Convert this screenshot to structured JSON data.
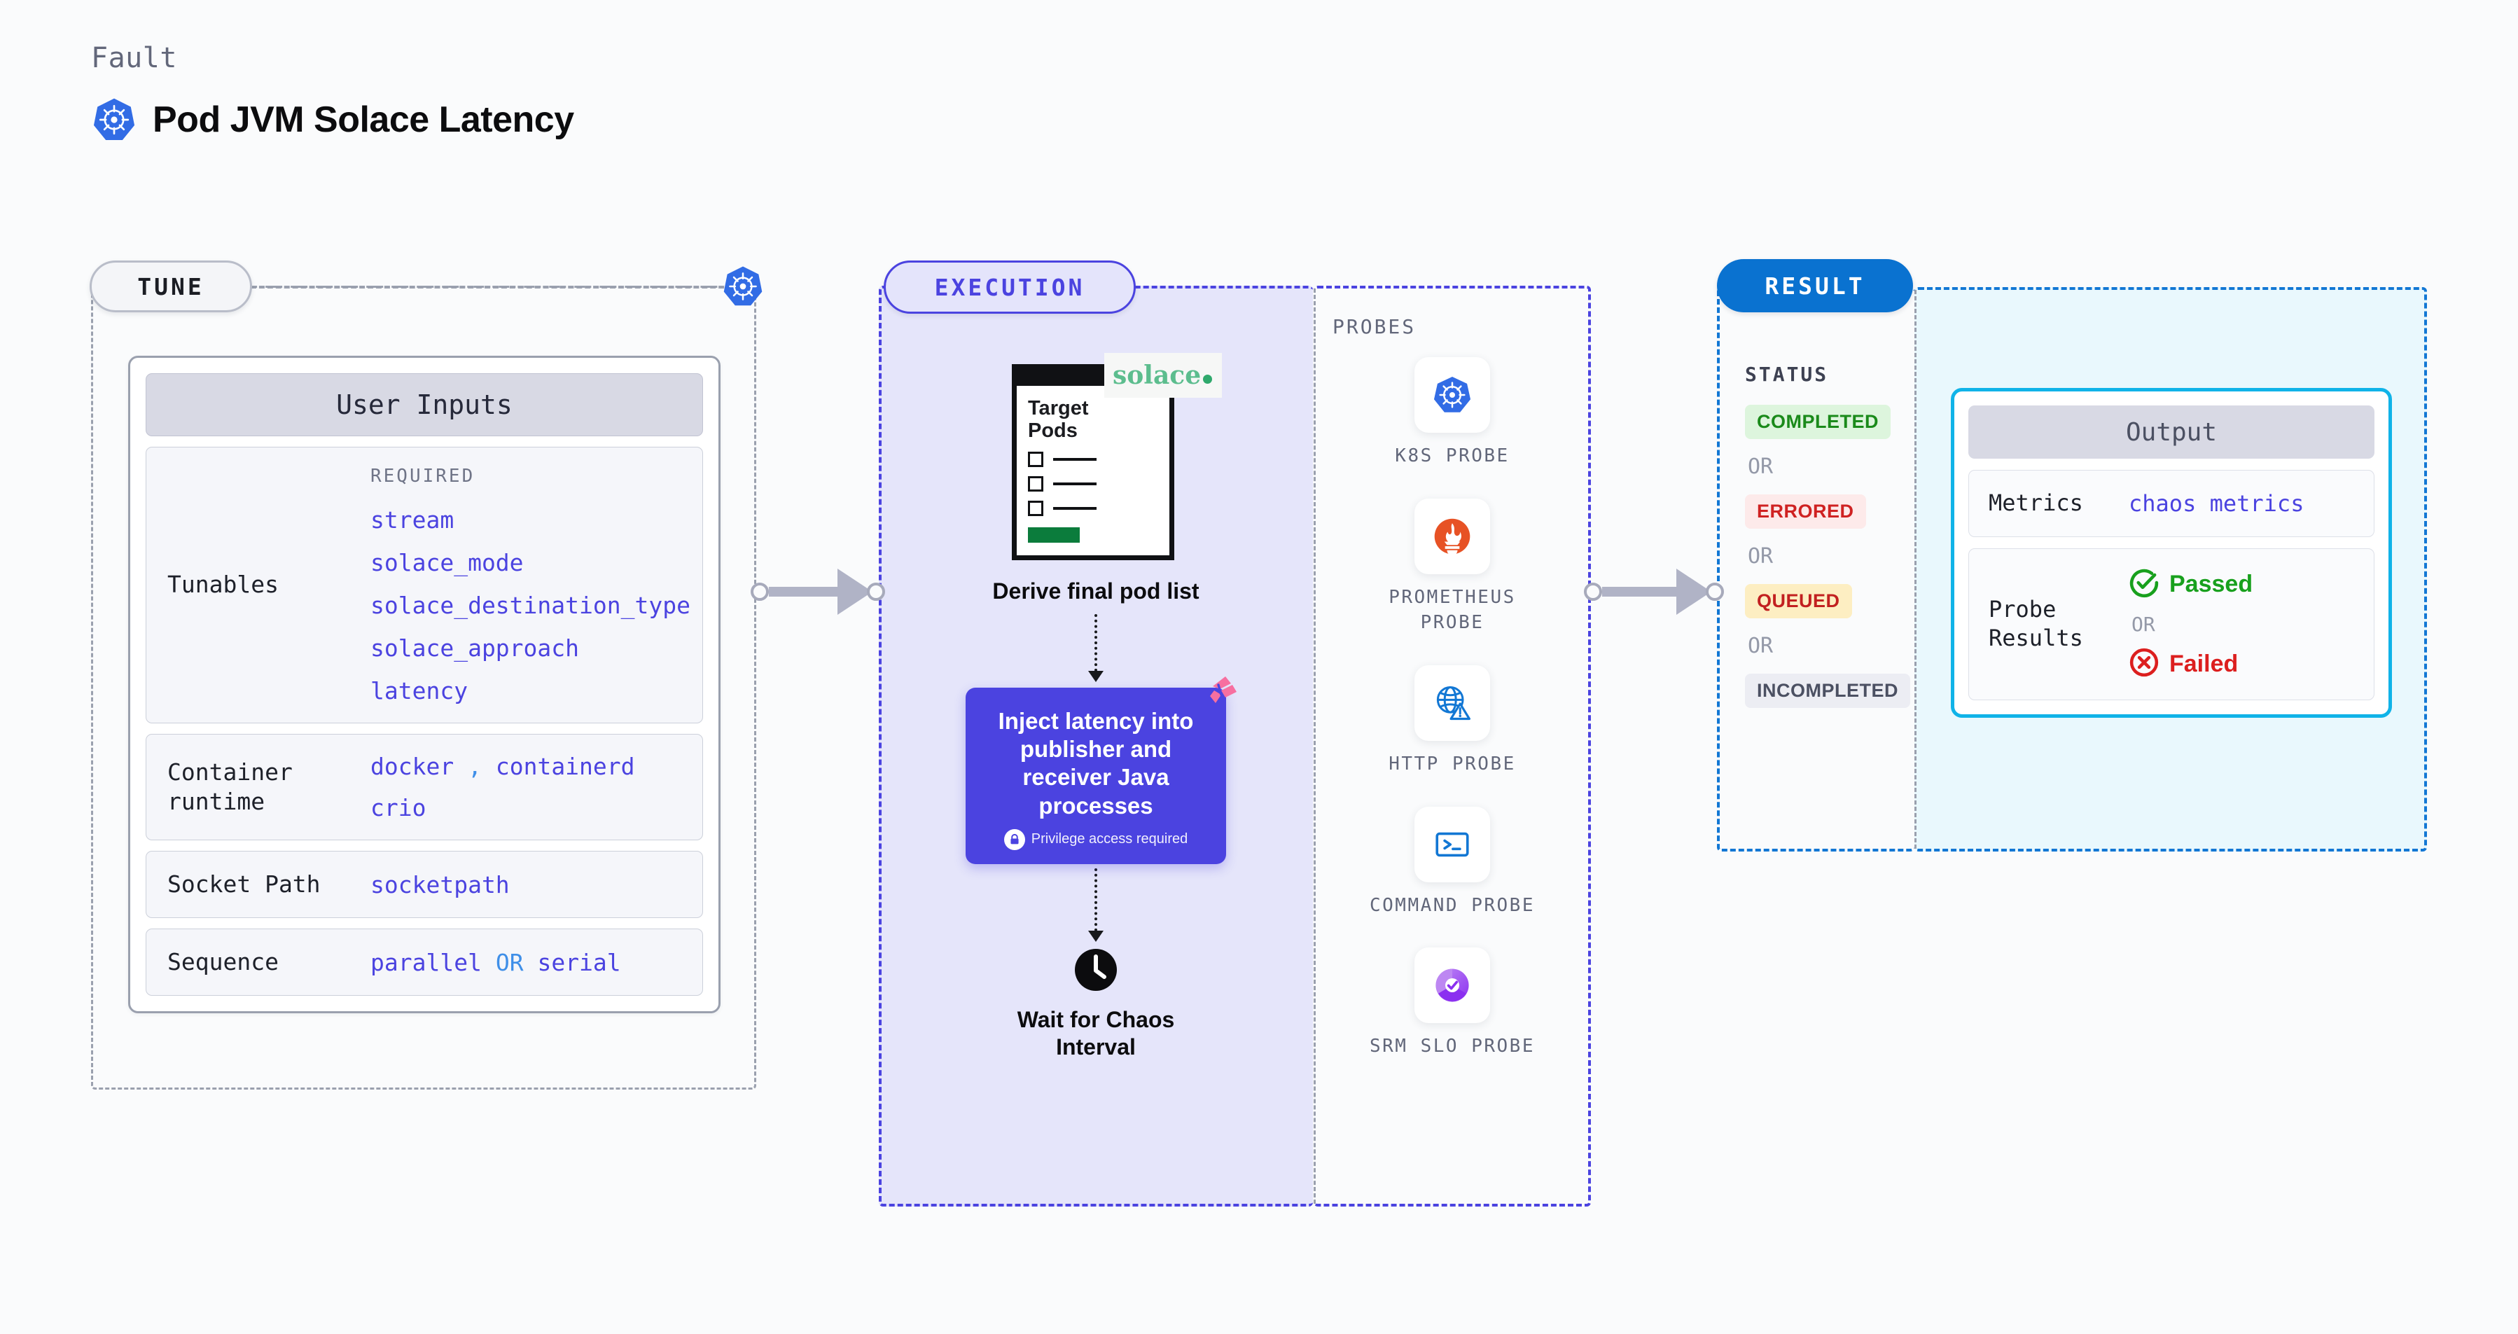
{
  "header": {
    "eyebrow": "Fault",
    "title": "Pod JVM Solace Latency",
    "icon": "kubernetes-icon"
  },
  "stages": {
    "tune": {
      "pill_label": "TUNE",
      "side_icon": "kubernetes-icon"
    },
    "execution": {
      "pill_label": "EXECUTION"
    },
    "result": {
      "pill_label": "RESULT"
    }
  },
  "tune": {
    "card_header": "User Inputs",
    "required_label": "REQUIRED",
    "rows": [
      {
        "label": "Tunables",
        "values": [
          "stream",
          "solace_mode",
          "solace_destination_type",
          "solace_approach",
          "latency"
        ]
      },
      {
        "label": "Container runtime",
        "values": [
          "docker",
          "containerd",
          "crio"
        ],
        "separator": ","
      },
      {
        "label": "Socket Path",
        "values": [
          "socketpath"
        ]
      },
      {
        "label": "Sequence",
        "values": [
          "parallel",
          "serial"
        ],
        "separator": "OR"
      }
    ]
  },
  "execution": {
    "pod_card": {
      "title_line1": "Target",
      "title_line2": "Pods",
      "checkbox_count": 3,
      "badge_word": "solace",
      "badge_icon": "solace-dot-icon"
    },
    "derive_label": "Derive final pod list",
    "inject_step": {
      "text": "Inject latency into publisher and receiver Java processes",
      "privilege_note": "Privilege access required",
      "privilege_icon": "lock-icon",
      "corner_icon": "litmus-chaos-icon"
    },
    "wait_step": {
      "label_line1": "Wait for Chaos",
      "label_line2": "Interval",
      "icon": "clock-icon"
    }
  },
  "probes": {
    "title": "PROBES",
    "items": [
      {
        "label": "K8S PROBE",
        "icon": "kubernetes-icon"
      },
      {
        "label": "PROMETHEUS PROBE",
        "icon": "prometheus-icon"
      },
      {
        "label": "HTTP PROBE",
        "icon": "globe-warning-icon"
      },
      {
        "label": "COMMAND PROBE",
        "icon": "terminal-icon"
      },
      {
        "label": "SRM SLO PROBE",
        "icon": "srm-slo-icon"
      }
    ]
  },
  "result": {
    "status_title": "STATUS",
    "or_label": "OR",
    "statuses": [
      {
        "label": "COMPLETED",
        "color": "#1a8a1a",
        "bg": "#ddf5dd"
      },
      {
        "label": "ERRORED",
        "color": "#cf2222",
        "bg": "#fdeaea"
      },
      {
        "label": "QUEUED",
        "color": "#c22020",
        "bg": "#fdeec2"
      },
      {
        "label": "INCOMPLETED",
        "color": "#4b5062",
        "bg": "#ecedf3"
      }
    ]
  },
  "output": {
    "card_header": "Output",
    "metrics_label": "Metrics",
    "metrics_value": "chaos metrics",
    "probe_results_label": "Probe Results",
    "passed_label": "Passed",
    "failed_label": "Failed",
    "or_label": "OR",
    "passed_icon": "check-circle-icon",
    "failed_icon": "x-circle-icon"
  },
  "colors": {
    "accent_purple": "#4b43e0",
    "accent_blue": "#0a72d0",
    "accent_cyan": "#10b3e8",
    "k8s_blue": "#326ce5",
    "success_green": "#18a01d",
    "error_red": "#dc1f1f",
    "litmus_pink": "#f76fa0"
  }
}
